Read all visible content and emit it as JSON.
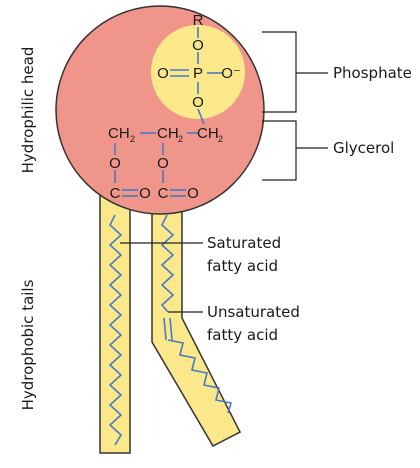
{
  "labels": {
    "head": "Hydrophilic head",
    "tails": "Hydrophobic tails",
    "phosphate": "Phosphate",
    "glycerol": "Glycerol",
    "saturated_1": "Saturated",
    "saturated_2": "fatty acid",
    "unsaturated_1": "Unsaturated",
    "unsaturated_2": "fatty acid"
  },
  "atoms": {
    "r": "R",
    "o": "O",
    "o_minus": "O⁻",
    "p": "P",
    "c": "C",
    "ch": "CH",
    "sub2": "2"
  },
  "colors": {
    "head": "#f0958a",
    "head_stroke": "#333333",
    "phosphate": "#fbe88a",
    "tail": "#fbe88a",
    "bond": "#4a79c9"
  }
}
